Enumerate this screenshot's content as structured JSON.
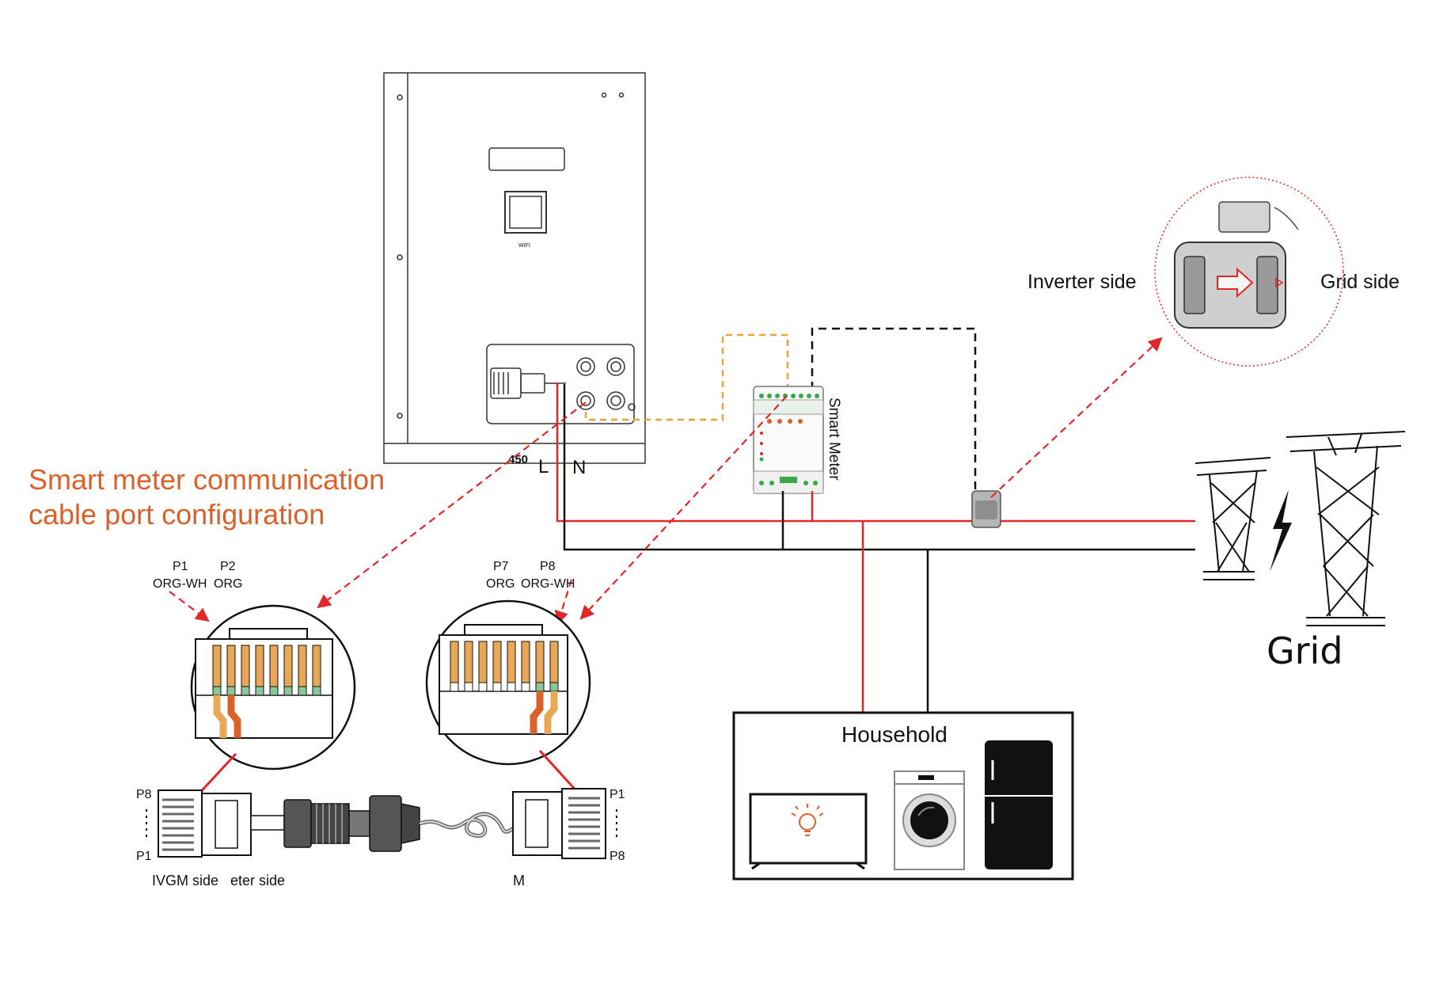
{
  "title": {
    "line1": "Smart meter communication",
    "line2": "cable port configuration",
    "color": "#d9622b"
  },
  "inverter": {
    "model": "450",
    "wifi_label": "WIFI",
    "line_label": "L",
    "neutral_label": "N"
  },
  "smart_meter": {
    "label": "Smart Meter"
  },
  "ct_zoom": {
    "inverter_side": "Inverter side",
    "grid_side": "Grid side"
  },
  "grid": {
    "label": "Grid"
  },
  "household": {
    "label": "Household"
  },
  "connector_left": {
    "pin_a": "P1",
    "pin_b": "P2",
    "color_a": "ORG-WH",
    "color_b": "ORG"
  },
  "connector_right": {
    "pin_a": "P7",
    "pin_b": "P8",
    "color_a": "ORG",
    "color_b": "ORG-WH"
  },
  "cable": {
    "left_top": "P8",
    "left_bottom": "P1",
    "right_top": "P1",
    "right_bottom": "P8",
    "left_caption": "IVGM side   eter side",
    "right_caption": "M"
  },
  "colors": {
    "red": "#e0282a",
    "orange_dashed": "#e8a23a",
    "black": "#111111",
    "pin_orange": "#e8a858",
    "pin_green": "#8bc79a"
  }
}
